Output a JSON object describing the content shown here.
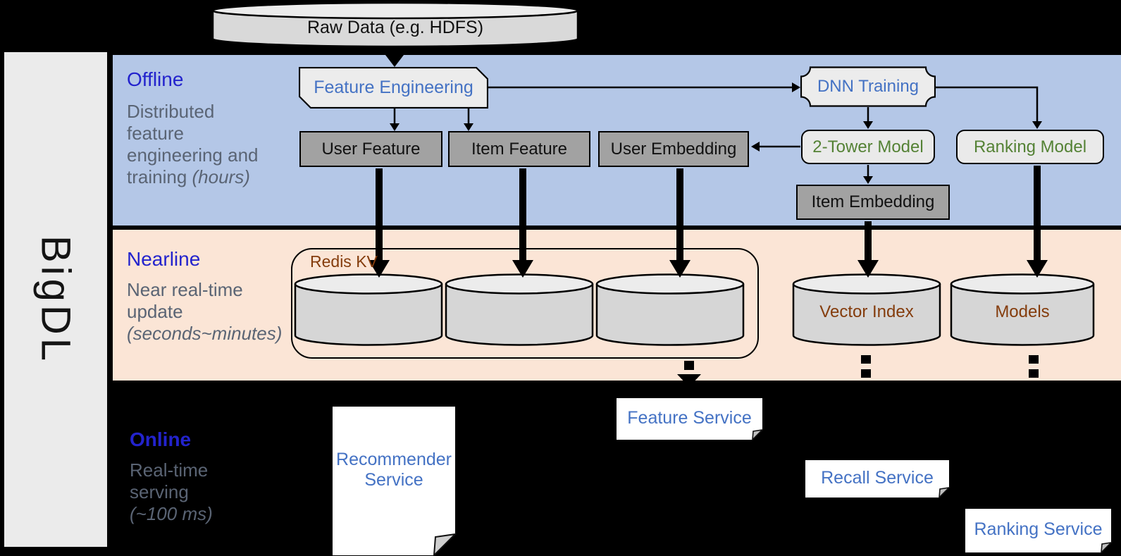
{
  "brand": {
    "name": "BigDL"
  },
  "raw_data": {
    "label": "Raw Data (e.g. HDFS)"
  },
  "bands": {
    "offline": {
      "title": "Offline",
      "desc_lines": [
        "Distributed",
        "feature",
        "engineering and",
        "training"
      ],
      "duration": "(hours)"
    },
    "nearline": {
      "title": "Nearline",
      "desc_lines": [
        "Near real-time",
        "update"
      ],
      "duration": "(seconds~minutes)"
    },
    "online": {
      "title": "Online",
      "desc_lines": [
        "Real-time",
        "serving"
      ],
      "duration": "(~100 ms)"
    }
  },
  "offline_nodes": {
    "feature_engineering": "Feature Engineering",
    "dnn_training": "DNN Training",
    "user_feature": "User Feature",
    "item_feature": "Item Feature",
    "user_embedding": "User Embedding",
    "two_tower_model": "2-Tower Model",
    "ranking_model": "Ranking Model",
    "item_embedding": "Item Embedding"
  },
  "nearline_nodes": {
    "redis_kv": "Redis KV",
    "vector_index": "Vector Index",
    "models": "Models"
  },
  "online_nodes": {
    "recommender_service": "Recommender Service",
    "feature_service": "Feature Service",
    "recall_service": "Recall Service",
    "ranking_service": "Ranking Service"
  },
  "colors": {
    "background": "#000000",
    "sidebar": "#ebebeb",
    "offline_band": "#b4c7e7",
    "nearline_band": "#fbe5d6",
    "band_title_blue": "#2323cd",
    "band_desc_gray": "#5a6474",
    "service_text_blue": "#4472c4",
    "model_text_green": "#548235",
    "storage_text_brown": "#843c0c",
    "node_gray_fill": "#a2a2a2",
    "cylinder_fill": "#d6d6d6"
  }
}
